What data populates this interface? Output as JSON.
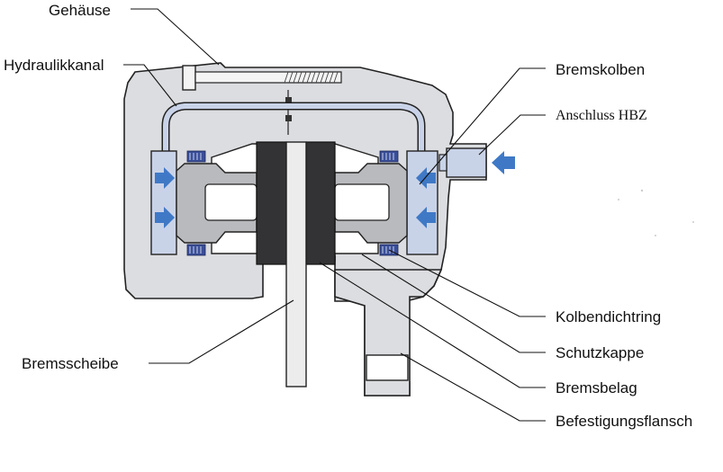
{
  "labels": {
    "gehaeuse": "Gehäuse",
    "hydraulikkanal": "Hydraulikkanal",
    "bremsscheibe": "Bremsscheibe",
    "bremskolben": "Bremskolben",
    "anschluss_hbz": "Anschluss HBZ",
    "kolbendichtring": "Kolbendichtring",
    "schutzkappe": "Schutzkappe",
    "bremsbelag": "Bremsbelag",
    "befestigungsflansch": "Befestigungsflansch"
  },
  "colors": {
    "housing": "#dcdde0",
    "outline": "#222222",
    "piston": "#b9babd",
    "pad": "#333335",
    "chamber": "#c9d3e8",
    "channel": "#6f86b8",
    "arrow": "#3f79c6",
    "seal": "#3a4f9a"
  }
}
